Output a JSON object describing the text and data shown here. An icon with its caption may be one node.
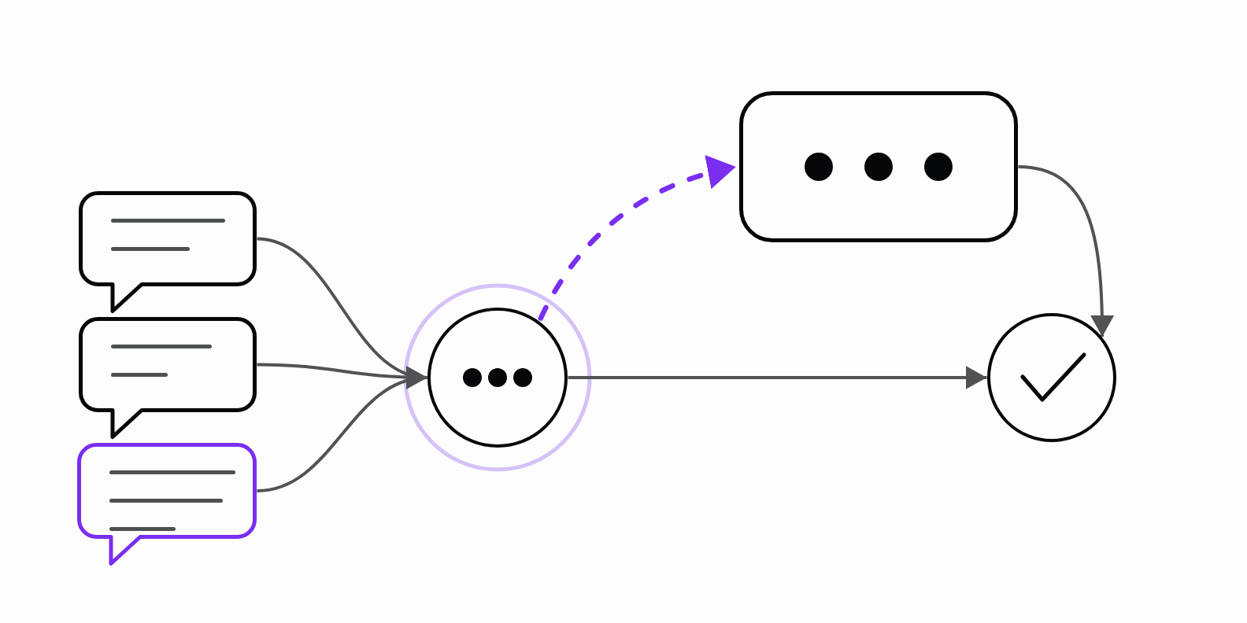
{
  "diagram": {
    "nodes": [
      {
        "text": [],
        "shape": "bubble"
      },
      {
        "text": [],
        "shape": "bubble"
      },
      {
        "text": [],
        "shape": "bubble"
      },
      {
        "text": [],
        "shape": "circle"
      },
      {
        "text": [],
        "shape": "box"
      },
      {
        "text": [],
        "shape": "circle"
      }
    ],
    "edges": [
      {
        "from": 0,
        "to": 3,
        "arrow": "to"
      },
      {
        "from": 1,
        "to": 3,
        "arrow": "to"
      },
      {
        "from": 2,
        "to": 3,
        "arrow": "to"
      },
      {
        "from": 3,
        "to": 4,
        "arrow": "to",
        "style": "dashed",
        "color": "#7a2ef0"
      },
      {
        "from": 3,
        "to": 5,
        "arrow": "to"
      },
      {
        "from": 4,
        "to": 5,
        "arrow": "to"
      }
    ]
  }
}
